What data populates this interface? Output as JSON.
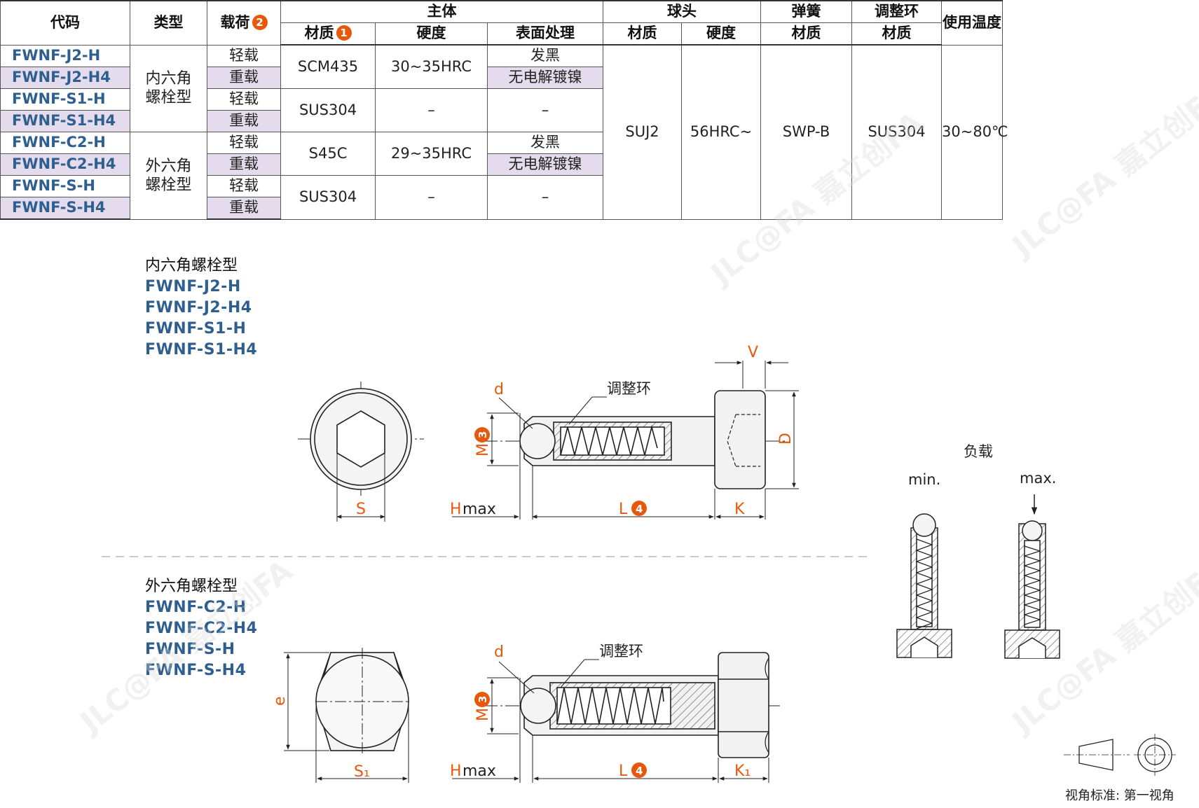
{
  "table": {
    "headers": {
      "code": "代码",
      "type": "类型",
      "load": "载荷",
      "body": "主体",
      "body_material": "材质",
      "body_hardness": "硬度",
      "body_surface": "表面处理",
      "ball": "球头",
      "ball_material": "材质",
      "ball_hardness": "硬度",
      "spring": "弹簧",
      "spring_material": "材质",
      "ring": "调整环",
      "ring_material": "材质",
      "temp": "使用温度"
    },
    "badges": {
      "load": "2",
      "material": "1"
    },
    "codes": [
      "FWNF-J2-H",
      "FWNF-J2-H4",
      "FWNF-S1-H",
      "FWNF-S1-H4",
      "FWNF-C2-H",
      "FWNF-C2-H4",
      "FWNF-S-H",
      "FWNF-S-H4"
    ],
    "types": {
      "hex_socket": "内六角\n螺栓型",
      "hex_head": "外六角\n螺栓型"
    },
    "loads": {
      "light": "轻载",
      "heavy": "重载"
    },
    "body_rows": [
      {
        "material": "SCM435",
        "hardness": "30~35HRC",
        "surface_light": "发黑",
        "surface_heavy": "无电解镀镍"
      },
      {
        "material": "SUS304",
        "hardness": "–",
        "surface": "–"
      },
      {
        "material": "S45C",
        "hardness": "29~35HRC",
        "surface_light": "发黑",
        "surface_heavy": "无电解镀镍"
      },
      {
        "material": "SUS304",
        "hardness": "–",
        "surface": "–"
      }
    ],
    "ball_material": "SUJ2",
    "ball_hardness": "56HRC~",
    "spring_material": "SWP-B",
    "ring_material": "SUS304",
    "temperature": "30~80℃"
  },
  "sections": {
    "hex_socket": {
      "title": "内六角螺栓型",
      "codes": [
        "FWNF-J2-H",
        "FWNF-J2-H4",
        "FWNF-S1-H",
        "FWNF-S1-H4"
      ]
    },
    "hex_head": {
      "title": "外六角螺栓型",
      "codes": [
        "FWNF-C2-H",
        "FWNF-C2-H4",
        "FWNF-S-H",
        "FWNF-S-H4"
      ]
    }
  },
  "dims": {
    "d": "d",
    "M": "M",
    "M_badge": "3",
    "H": "H",
    "max": "max",
    "L": "L",
    "L_badge": "4",
    "K": "K",
    "K1": "K₁",
    "S": "S",
    "S1": "S₁",
    "D": "D",
    "V": "V",
    "e": "e",
    "ring_label": "调整环"
  },
  "load_diagram": {
    "title": "负载",
    "min": "min.",
    "max": "max."
  },
  "projection": "视角标准: 第一视角",
  "watermark": "JLC@FA 嘉立创FA",
  "colors": {
    "code_blue": "#2f5f8f",
    "dim_orange": "#e8580c",
    "shade": "#e4dcec"
  }
}
